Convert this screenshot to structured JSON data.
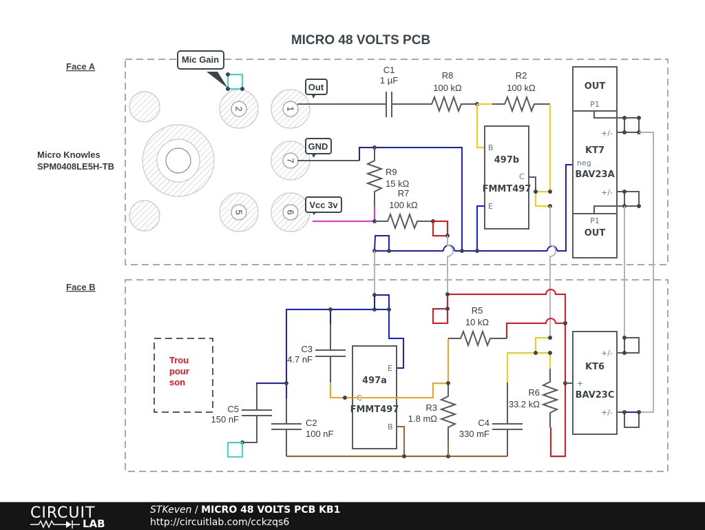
{
  "title": "MICRO 48 VOLTS PCB",
  "faces": {
    "a": "Face A",
    "b": "Face B"
  },
  "microphone": {
    "line1": "Micro Knowles",
    "line2": "SPM0408LE5H-TB",
    "pins": [
      "2",
      "1",
      "7",
      "5",
      "6"
    ]
  },
  "callouts": {
    "mic_gain": "Mic Gain",
    "out": "Out",
    "gnd": "GND",
    "vcc": "Vcc 3v"
  },
  "components": {
    "C1": {
      "name": "C1",
      "value": "1 µF"
    },
    "R8": {
      "name": "R8",
      "value": "100 kΩ"
    },
    "R2": {
      "name": "R2",
      "value": "100 kΩ"
    },
    "R9": {
      "name": "R9",
      "value": "15 kΩ"
    },
    "R7": {
      "name": "R7",
      "value": "100 kΩ"
    },
    "C3": {
      "name": "C3",
      "value": "4.7 nF"
    },
    "C5": {
      "name": "C5",
      "value": "150 nF"
    },
    "C2": {
      "name": "C2",
      "value": "100 nF"
    },
    "R5": {
      "name": "R5",
      "value": "10 kΩ"
    },
    "R3": {
      "name": "R3",
      "value": "1.8 mΩ"
    },
    "C4": {
      "name": "C4",
      "value": "330 mF"
    },
    "R6": {
      "name": "R6",
      "value": "33.2 kΩ"
    }
  },
  "transistors": {
    "q_b": {
      "name": "497b",
      "part": "FMMT497",
      "pin_b": "B",
      "pin_c": "C",
      "pin_e": "E"
    },
    "q_a": {
      "name": "497a",
      "part": "FMMT497",
      "pin_b": "B",
      "pin_c": "C",
      "pin_e": "E"
    }
  },
  "diodes": {
    "kt7": {
      "name": "KT7",
      "part": "BAV23A",
      "pin_pm1": "+/-",
      "pin_pm2": "+/-",
      "pin_neg": "neg"
    },
    "kt6": {
      "name": "KT6",
      "part": "BAV23C",
      "pin_pm1": "+/-",
      "pin_pm2": "+/-",
      "pin_plus": "+"
    }
  },
  "outputs": {
    "top": {
      "label": "OUT",
      "pin": "P1"
    },
    "bottom": {
      "label": "OUT",
      "pin": "P1"
    }
  },
  "hole": {
    "line1": "Trou",
    "line2": "pour",
    "line3": "son"
  },
  "footer": {
    "logo_top": "CIRCUIT",
    "logo_bottom": "LAB",
    "author": "STKeven",
    "separator": " / ",
    "project": "MICRO 48 VOLTS PCB KB1",
    "url": "http://circuitlab.com/cckzqs6"
  }
}
